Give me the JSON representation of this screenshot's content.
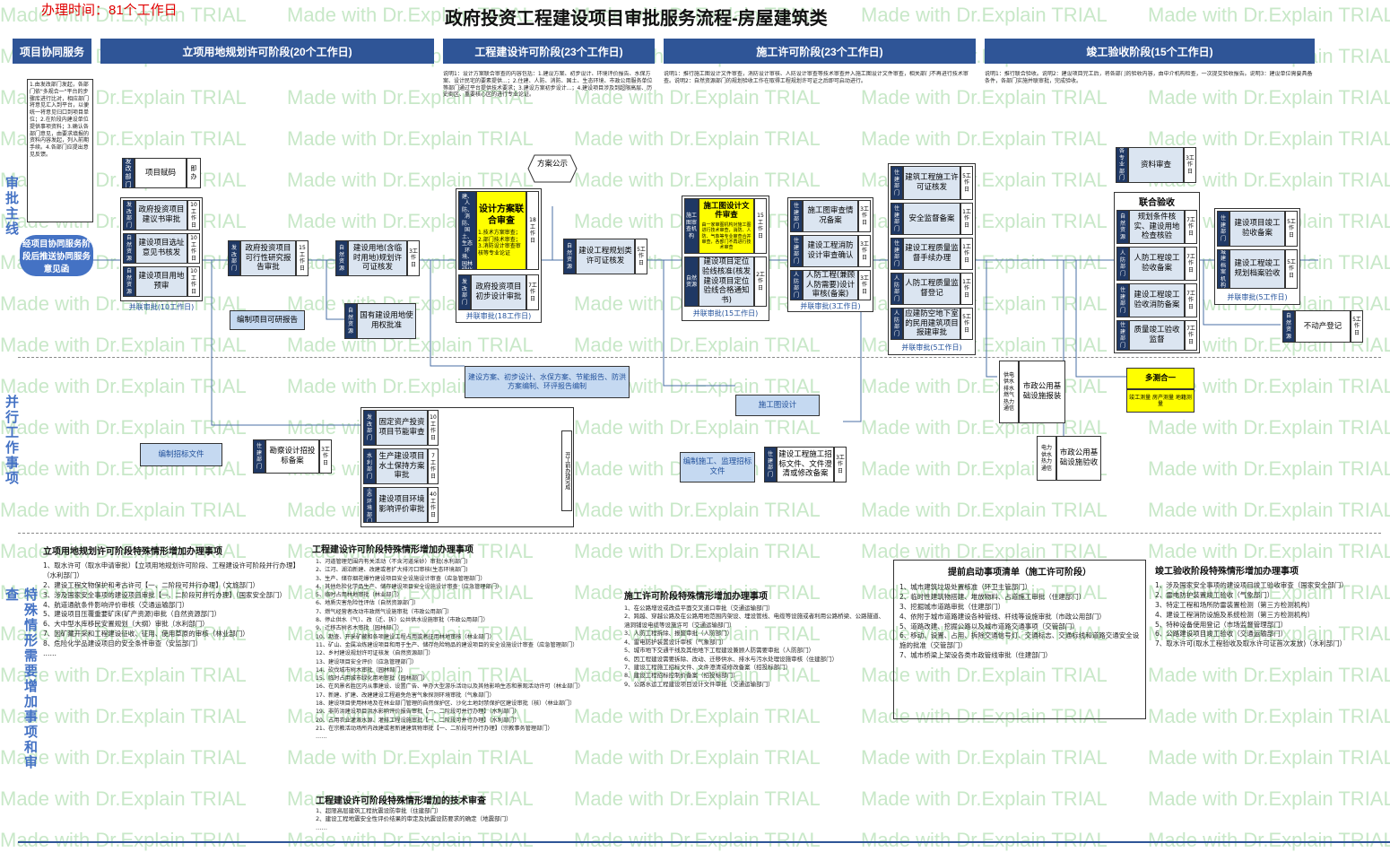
{
  "header": {
    "duration": "办理时间：81个工作日",
    "title": "政府投资工程建设项目审批服务流程-房屋建筑类"
  },
  "watermark": "Made with Dr.Explain TRIAL",
  "phases": [
    "项目协同服务",
    "立项用地规划许可阶段(20个工作日)",
    "工程建设许可阶段(23个工作日)",
    "施工许可阶段(23个工作日)",
    "竣工验收阶段(15个工作日)"
  ],
  "lanes": {
    "main": "审批主线",
    "parallel": "并行工作事项",
    "special": "特殊情形需要增加事项和审查"
  },
  "notes": {
    "coord": "1.由发改部门发起，各部门依\"多规合一\"平台的步骤库进行比对，相应部门将意见汇入到平台，以便统一将意见归口到项目单位；2.在阶段内建设单位提供事项资料；3.确认各部门意见，由要求填报的资料内容发起，列入前期手续。4.各部门应提出意见反馈。",
    "eng": "说明1：设计方案联合审查的内容包括：1.建设方案、初步设计、环境评价报告、水保方案、设计民宅的要素提供...；2.住建、人防、消防、国土、生态环境、市政公用服务单位等部门通过平台提供技术要求；3.建设方案初步设计...；4.建设项目涉及到超限高层、历史街区、重要核心区的进行专业论证。",
    "con": "说明1：推行施工图设计文件审查，消防设计审核、人防设计审查等技术审查并入施工图设计文件审查，相关部门不再进行技术审查。说明2：自然资源部门的规划验收工作在取得工程规划许可证之后即可启动进行。",
    "acc": "说明1：推行联合验收。说明2：建设项目完工后，将各部门的验收内容，由中介机构检查，一次提交验收报告。说明3：建设单位需要具备条件，各部门实施并联审批，完成验收。"
  },
  "nodes": {
    "coord_oval": "经项目协同服务阶段后推送协同服务意见函",
    "p1_fagai": "发改部门",
    "p1_proj": "项目赋码",
    "p1_now": "即办",
    "p1_a": "政府投资项目建议书审批",
    "p1_a_dept": "发改部门",
    "p1_a_days": "10工作日",
    "p1_b": "建设项目选址意见书核发",
    "p1_b_dept": "自然资源",
    "p1_b_days": "10工作日",
    "p1_c": "建设项目用地预审",
    "p1_c_dept": "自然资源",
    "p1_c_days": "10工作日",
    "p1_joint": "并联审批(10工作日)",
    "p1_d": "政府投资项目可行性研究报告审批",
    "p1_d_dept": "发改部门",
    "p1_d_days": "15工作日",
    "p1_e": "建设用地(含临时用地)规划许可证核发",
    "p1_e_dept": "自然资源",
    "p1_e_days": "3工作日",
    "p1_f": "国有建设用地使用权批准",
    "p1_f_dept": "自然资源",
    "p1_report": "编制项目可研报告",
    "p2_design": "设计方案联合审查",
    "p2_design_days": "18工作日",
    "p2_design_note": "1.技术方案审查；2.部门技术审查；3.消防设计审查审核等专业论证",
    "p2_depts": "住建、人防、消防、国土、生态环境、园林绿化",
    "p2_plan": "方案公示",
    "p2_prelim": "政府投资项目初步设计审批",
    "p2_prelim_dept": "发改部门",
    "p2_prelim_days": "7工作日",
    "p2_joint": "并联审批(18工作日)",
    "p2_lic": "建设工程规划类许可证核发",
    "p2_lic_dept": "自然资源",
    "p2_lic_days": "5工作日",
    "p2_parallel": "建设方案、初步设计、水保方案、节能报告、防洪方案编制、环评报告编制",
    "p3_draw": "施工图设计文件审查",
    "p3_draw_days": "15工作日",
    "p3_draw_note": "由一家审图机构对施工图进行技术审查，消防、人防、气象等专业审查合并审查，各部门不再进行技术审查",
    "p3_depts": "施工图审查机构",
    "p3_pos": "建设项目定位验线核准(核发建设项目定位验线合格通知书)",
    "p3_pos_dept": "自然资源",
    "p3_pos_days": "2工作日",
    "p3_joint": "并联审批(15工作日)",
    "p3_a": "施工图审查情况备案",
    "p3_a_dept": "住建部门",
    "p3_a_days": "3工作日",
    "p3_b": "建设工程消防设计审查确认",
    "p3_b_dept": "住建部门",
    "p3_b_days": "3工作日",
    "p3_c": "人防工程(兼顾人防需要)设计审核(备案)",
    "p3_c_dept": "人防部门",
    "p3_c_days": "3工作日",
    "p3_joint2": "并联审批(3工作日)",
    "p3_d": "建筑工程施工许可证核发",
    "p3_d_dept": "住建部门",
    "p3_d_days": "5工作日",
    "p3_e": "安全监督备案",
    "p3_e_dept": "住建部门",
    "p3_e_days": "1工作日",
    "p3_f": "建设工程质量监督手续办理",
    "p3_f_dept": "住建部门",
    "p3_f_days": "1工作日",
    "p3_g": "人防工程质量监督登记",
    "p3_g_dept": "人防部门",
    "p3_g_days": "1工作日",
    "p3_h": "应建防空地下室的民用建筑项目报建审批",
    "p3_h_dept": "人防部门",
    "p3_h_days": "5工作日",
    "p3_joint3": "并联审批(5工作日)",
    "p3_drawing": "施工图设计",
    "p3_bid": "编制施工、监理招标文件",
    "p3_bidrec": "建设工程施工招标文件、文件澄清或修改备案",
    "p3_bidrec_dept": "住建部门",
    "p3_bidrec_days": "3工作日",
    "p4_data": "资料审查",
    "p4_data_dept": "各专业部门",
    "p4_data_days": "3工作日",
    "p4_joint_title": "联合验收",
    "p4_a": "规划条件核实、建设用地检查核验",
    "p4_a_dept": "自然资源",
    "p4_a_days": "7工作日",
    "p4_b": "人防工程竣工验收备案",
    "p4_b_dept": "人防部门",
    "p4_b_days": "7工作日",
    "p4_c": "建设工程竣工验收消防备案",
    "p4_c_dept": "住建部门",
    "p4_c_days": "7工作日",
    "p4_d": "质量竣工验收监督",
    "p4_d_dept": "住建部门",
    "p4_d_days": "7工作日",
    "p4_e": "建设项目竣工验收备案",
    "p4_e_dept": "住建部门",
    "p4_e_days": "5工作日",
    "p4_f": "建设工程竣工规划档案验收",
    "p4_f_dept": "城建档案机构",
    "p4_f_days": "5工作日",
    "p4_joint": "并联审批(5工作日)",
    "p4_reg": "不动产登记",
    "p4_reg_dept": "自然资源",
    "p4_reg_days": "5工作日",
    "p4_muni": "市政公用基础设施报装",
    "p4_muni_depts": "供电 供水 排水 燃气 热力 通信",
    "p4_muni2": "市政公用基础设施验收",
    "p4_muni2_depts": "电力 供水 热力 通信",
    "p4_multi": "多测合一",
    "p4_multi_note": "竣工测量 房产测量 地籍测量",
    "par_bid": "编制招标文件",
    "par_survey": "勘察设计招投标备案",
    "par_survey_dept": "住建部门",
    "par_survey_days": "3工作日",
    "par_a": "固定资产投资项目节能审查",
    "par_a_dept": "发改部门",
    "par_a_days": "10工作日",
    "par_b": "生产建设项目水土保持方案审批",
    "par_b_dept": "水利部门",
    "par_b_days": "7工作日",
    "par_c": "建设项目环境影响评价审批",
    "par_c_dept": "生态环境部门",
    "par_c_days": "40工作日",
    "par_note": "开工前办理完成"
  },
  "special": {
    "s1_title": "立项用地规划许可阶段特殊情形增加办理事项",
    "s1_items": [
      "1、取水许可（取水申请审批）【立项用地规划许可阶段、工程建设许可阶段并行办理】（水利部门）",
      "2、建设工程文物保护和考古许可【一、二阶段可并行办理】（文旅部门）",
      "3、涉及国家安全事项的建设项目审批【一、二阶段可并行办理】（国家安全部门）",
      "4、航道通航条件影响评价审核（交通运输部门）",
      "5、建设项目压覆重要矿床(矿产资源)审批（自然资源部门）",
      "6、大中型水库移民安置规划（大纲）审批（水利部门）",
      "7、因矿藏开采和工程建设征收、征用、使用草原的审核（林业部门）",
      "8、危险化学品建设项目的安全条件审查（安监部门）",
      "……"
    ],
    "s2_title": "工程建设许可阶段特殊情形增加办理事项",
    "s2_items": [
      "1、河道管理范围内有关活动（不含河道采砂）审批(水利部门)",
      "2、江河、湖泊新建、改建或者扩大排污口审核(生态环境部门)",
      "3、生产、储存烟花爆竹建设项目安全设施设计审查（应急管理部门）",
      "4、其他危险化学品生产、储存建设项目安全设施设计审查（应急管理部门）",
      "5、临时占用林地审批（林业部门）",
      "6、地质灾害危险性评估（自然资源部门）",
      "7、燃气经营者改动市政燃气设施审批（市政公用部门）",
      "8、停止供水（气）、改（迁、拆）公共供水设施审批（市政公用部门）",
      "9、迁移古树名木审批（园林部门）",
      "10、勘查、开采矿藏和各项建设工程占用或者征用林地审核（林业部门）",
      "11、矿山、金属冶炼建设项目和用于生产、储存危险物品的建设项目的安全设施设计审查（应急管理部门）",
      "12、乡村建设规划许可证核发（自然资源部门）",
      "13、建设项目安全评价（应急管理部门）",
      "14、砍伐城市树木审批（园林部门）",
      "15、临时占用城市绿化用地审批（园林部门）",
      "16、在风景名胜区内从事建设、设置广告、举办大型游乐活动以及其他影响生态和景观活动许可（林业部门）",
      "17、新建、扩建、改建建设工程避免危害气象探测环境审批（气象部门）",
      "18、建设项目使用林地及在林业部门管理的自然保护区、沙化土地封禁保护区建设审批（核）（林业部门）",
      "19、非防洪建设项目洪水影响评价报告审批【一、二阶段可并行办理】（水利部门）",
      "20、占用农业灌溉水源、灌排工程设施审批【一、二阶段可并行办理】（水利部门）",
      "21、在宗教活动场所内改建或者新建建筑物审批【一、二阶段可并行办理】（宗教事务管理部门）",
      "……"
    ],
    "s2b_title": "工程建设许可阶段特殊情形增加的技术审查",
    "s2b_items": [
      "1、超限高层建筑工程抗震设防审批（住建部门）",
      "2、建设工程地震安全性评价结果的审定及抗震设防要求的确定（地震部门）",
      "……"
    ],
    "s3_title": "施工许可阶段特殊情形增加办理事项",
    "s3_items": [
      "1、在公路增设或改造平面交叉道口审批（交通运输部门）",
      "2、跨越、穿越公路及在公路用地范围内架设、埋设管线、电缆等设施或者利用公路桥梁、公路隧道、涵洞铺设电缆等设施许可（交通运输部门）",
      "3、人防工程拆除、报废审批（人防部门）",
      "4、雷电防护装置设计审核（气象部门）",
      "5、城市地下交通干线及其他地下工程建设兼顾人防需要审批（人防部门）",
      "6、因工程建设需要拆除、改动、迁移供水、排水与污水处理设施审核（住建部门）",
      "7、建设工程施工招标文件、文件澄清或修改备案（招投标部门）",
      "8、建设工程招标控制价备案（招投标部门）",
      "9、公路水运工程建设项目设计文件审批（交通运输部门）"
    ],
    "s4_title": "提前启动事项清单（施工许可阶段）",
    "s4_items": [
      "1、城市建筑垃圾处置核准（环卫主管部门）",
      "2、临时性建筑物搭建、堆放物料、占道施工审批（住建部门）",
      "3、挖掘城市道路审批（住建部门）",
      "4、依附于城市道路建设各种管线、杆线等设施审批（市政公用部门）",
      "5、道路改建、挖掘公路以及城市道路交通事项（交管部门）",
      "6、移动、设置、占用、拆除交通信号灯、交通标志、交通标线和道路交通安全设施的批准（交管部门）",
      "7、城市桥梁上架设各类市政管线审批（住建部门）"
    ],
    "s5_title": "竣工验收阶段特殊情形增加办理事项",
    "s5_items": [
      "1、涉及国家安全事项的建设项目竣工验收审查（国家安全部门）",
      "2、雷电防护装置竣工验收（气象部门）",
      "3、特定工程和场所防雷装置检测（第三方检测机构）",
      "4、建设工程消防设施及系统检测（第三方检测机构）",
      "5、特种设备使用登记（市场监督管理部门）",
      "6、公路建设项目竣工验收（交通运输部门）",
      "7、取水许可(取水工程验收及取水许可证首次发放)（水利部门）"
    ]
  },
  "colors": {
    "phase": "#2f5597",
    "node": "#dbe5f1",
    "dept": "#1f3864",
    "highlight": "#ffff00",
    "lane_text": "#4472c4",
    "title_red": "#e00000"
  }
}
